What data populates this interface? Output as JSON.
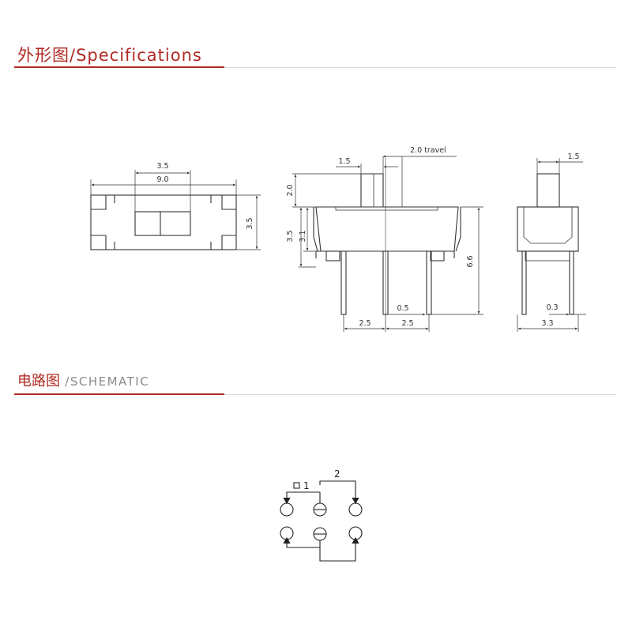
{
  "colors": {
    "accent": "#b02a24",
    "rule": "#d9d9d9",
    "muted": "#8a8a8a",
    "line": "#333333"
  },
  "sections": {
    "specifications": {
      "title": "外形图/Specifications"
    },
    "schematic": {
      "title_cn": "电路图",
      "title_en": " /SCHEMATIC"
    }
  },
  "top_view": {
    "dim_width_inner": "3.5",
    "dim_width_total": "9.0",
    "dim_height": "3.5"
  },
  "side_view": {
    "dim_travel": "2.0 travel",
    "dim_actuator_width": "1.5",
    "dim_actuator_height": "2.0",
    "dim_body_height": "3.5",
    "dim_body_inner": "3.1",
    "dim_total_height": "6.6",
    "dim_pin_width": "0.5",
    "dim_pitch_left": "2.5",
    "dim_pitch_right": "2.5"
  },
  "end_view": {
    "dim_actuator_width": "1.5",
    "dim_pin_thickness": "0.3",
    "dim_pin_span": "3.3"
  },
  "schematic": {
    "label_pin1": "1",
    "label_pin2": "2"
  }
}
